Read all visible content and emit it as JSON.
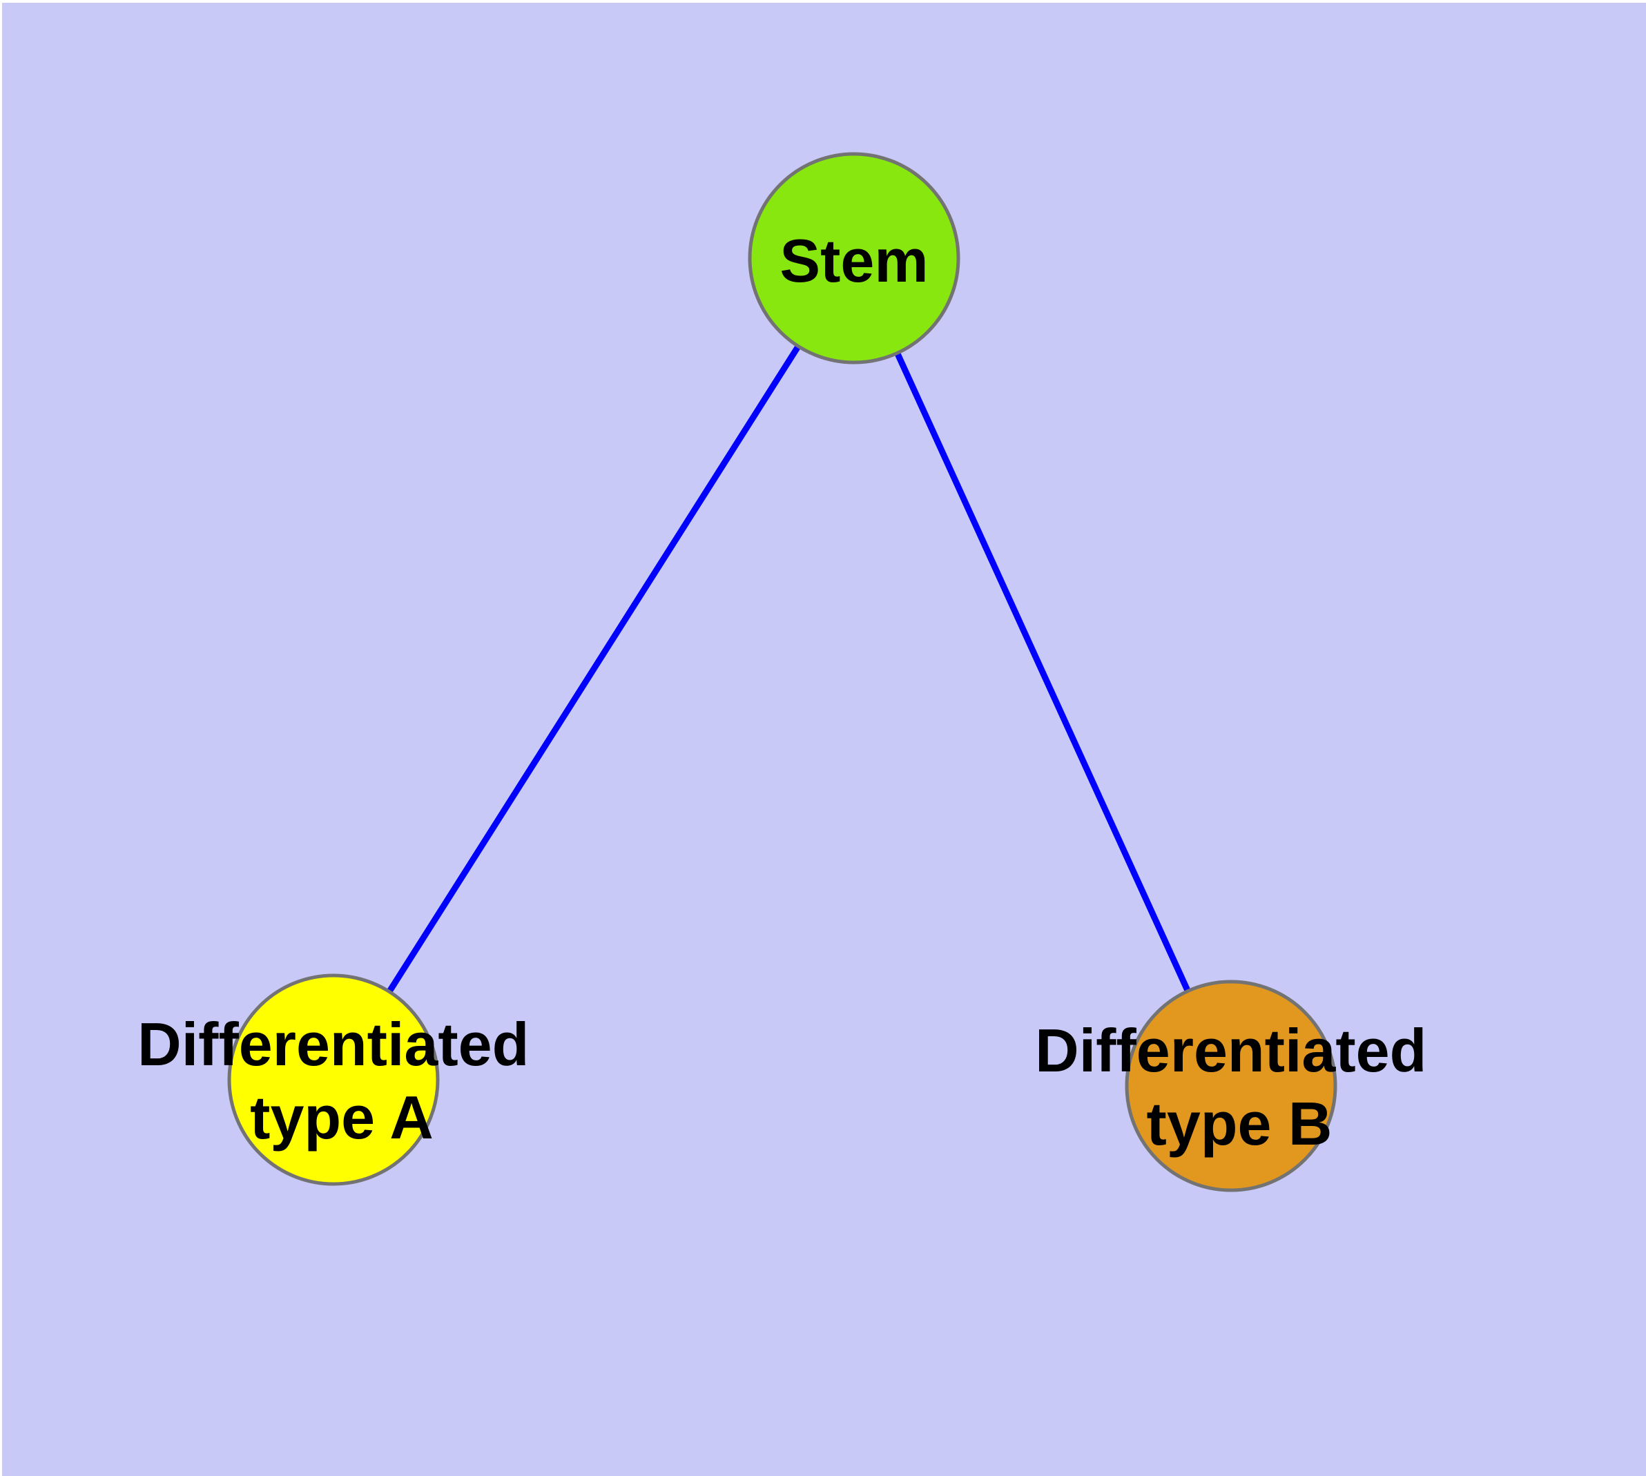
{
  "diagram": {
    "type": "graph",
    "description": "Cell differentiation hierarchy graph",
    "canvas_color": "#c9c9f8",
    "page_border_color": "#ffffff",
    "nodes": [
      {
        "id": "stem",
        "label": "Stem",
        "lines": [
          "Stem"
        ],
        "fill": "#87e70f",
        "stroke": "#737373"
      },
      {
        "id": "typeA",
        "label": "Differentiated type A",
        "lines": [
          "Differentiated",
          "type A"
        ],
        "fill": "#ffff00",
        "stroke": "#737373"
      },
      {
        "id": "typeB",
        "label": "Differentiated type B",
        "lines": [
          "Differentiated",
          "type B"
        ],
        "fill": "#e2981f",
        "stroke": "#737373"
      }
    ],
    "edges": [
      {
        "from": "stem",
        "to": "typeA",
        "color": "#0000ff"
      },
      {
        "from": "stem",
        "to": "typeB",
        "color": "#0000ff"
      }
    ]
  }
}
